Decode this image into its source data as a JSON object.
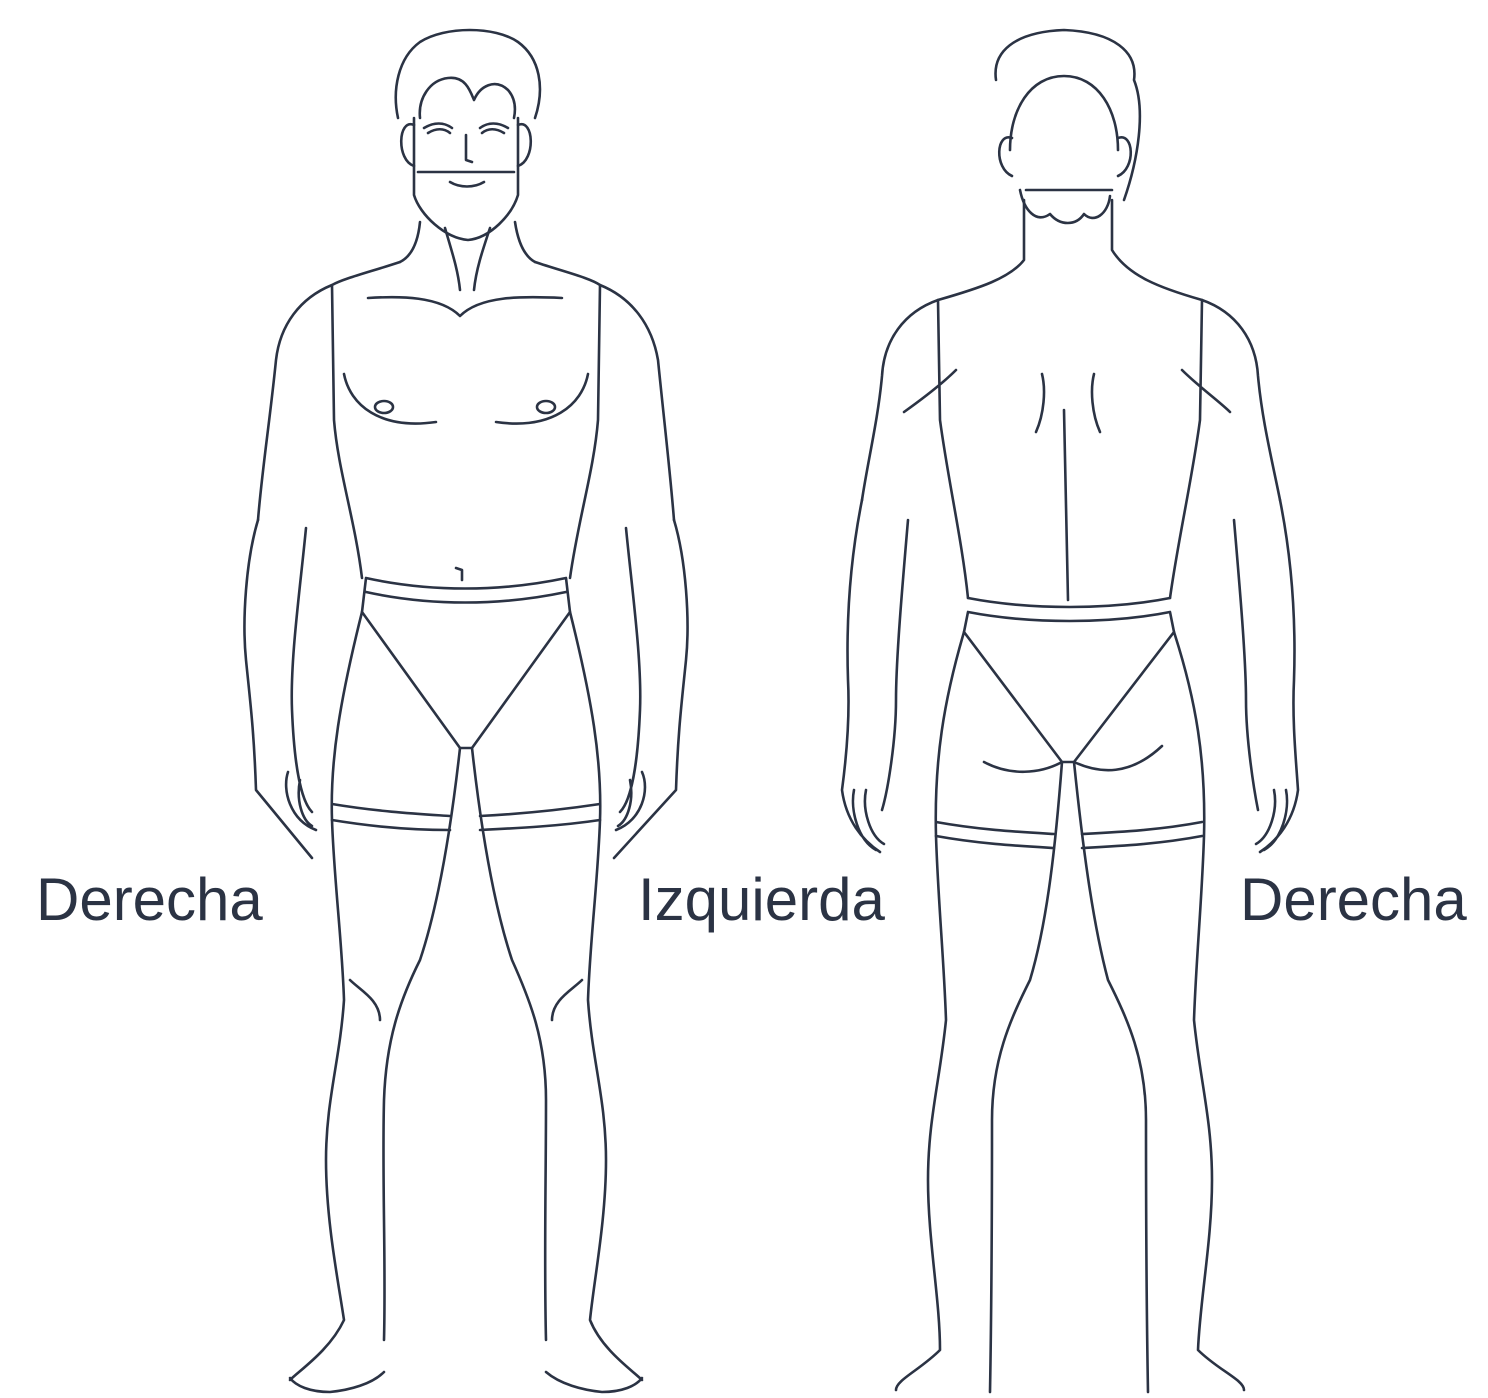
{
  "labels": {
    "front_right": "Derecha",
    "left": "Izquierda",
    "back_right": "Derecha"
  },
  "colors": {
    "line": "#2b3344",
    "background": "#ffffff"
  }
}
